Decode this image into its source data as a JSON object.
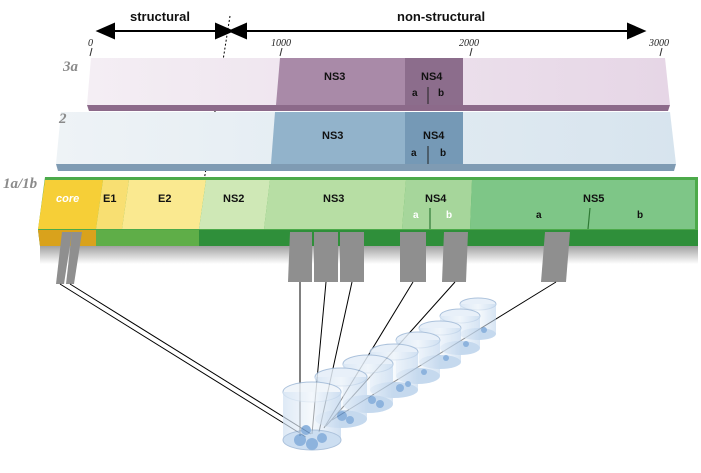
{
  "header": {
    "structural": "structural",
    "nonstructural": "non-structural"
  },
  "ticks": [
    "0",
    "1000",
    "2000",
    "3000"
  ],
  "rows": {
    "r3a": {
      "label": "3a",
      "ns3": "NS3",
      "ns4": "NS4",
      "a": "a",
      "b": "b"
    },
    "r2": {
      "label": "2",
      "ns3": "NS3",
      "ns4": "NS4",
      "a": "a",
      "b": "b"
    },
    "r1": {
      "label": "1a/1b",
      "core": "core",
      "e1": "E1",
      "e2": "E2",
      "ns2": "NS2",
      "ns3": "NS3",
      "ns4": "NS4",
      "ns4a": "a",
      "ns4b": "b",
      "ns5": "NS5",
      "ns5a": "a",
      "ns5b": "b"
    }
  },
  "colors": {
    "row3a_light": "#e8dbe8",
    "row3a_dark": "#a98aa8",
    "row2_light": "#dde8ef",
    "row2_dark": "#8faec6",
    "core": "#f6cf37",
    "e1": "#f8df72",
    "e2": "#fae990",
    "ns2": "#cfe8b6",
    "ns3": "#b7dea4",
    "ns4": "#a6d69b",
    "ns5": "#7ec687"
  }
}
